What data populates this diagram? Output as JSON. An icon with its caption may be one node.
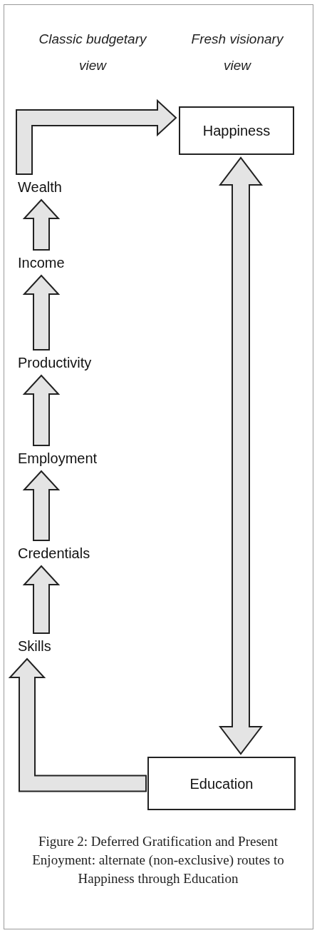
{
  "diagram": {
    "caption": "Figure 2: Deferred Gratification and Present Enjoyment: alternate (non-exclusive) routes to Happiness through Education",
    "nodes": [
      {
        "text": [
          "Happiness"
        ]
      },
      {
        "text": [
          "Wealth"
        ]
      },
      {
        "text": [
          "Income"
        ]
      },
      {
        "text": [
          "Productivity"
        ]
      },
      {
        "text": [
          "Employment"
        ]
      },
      {
        "text": [
          "Credentials"
        ]
      },
      {
        "text": [
          "Skills"
        ]
      },
      {
        "text": [
          "Education"
        ]
      }
    ],
    "edges": [
      {
        "from": 7,
        "to": 6,
        "arrow": "to"
      },
      {
        "from": 6,
        "to": 5,
        "arrow": "to"
      },
      {
        "from": 5,
        "to": 4,
        "arrow": "to"
      },
      {
        "from": 4,
        "to": 3,
        "arrow": "to"
      },
      {
        "from": 3,
        "to": 2,
        "arrow": "to"
      },
      {
        "from": 2,
        "to": 1,
        "arrow": "to"
      },
      {
        "from": 1,
        "to": 0,
        "arrow": "to"
      },
      {
        "from": 7,
        "to": 0,
        "arrow": "both"
      }
    ],
    "labels": [
      "Classic budgetary view",
      "Fresh visionary view"
    ]
  }
}
